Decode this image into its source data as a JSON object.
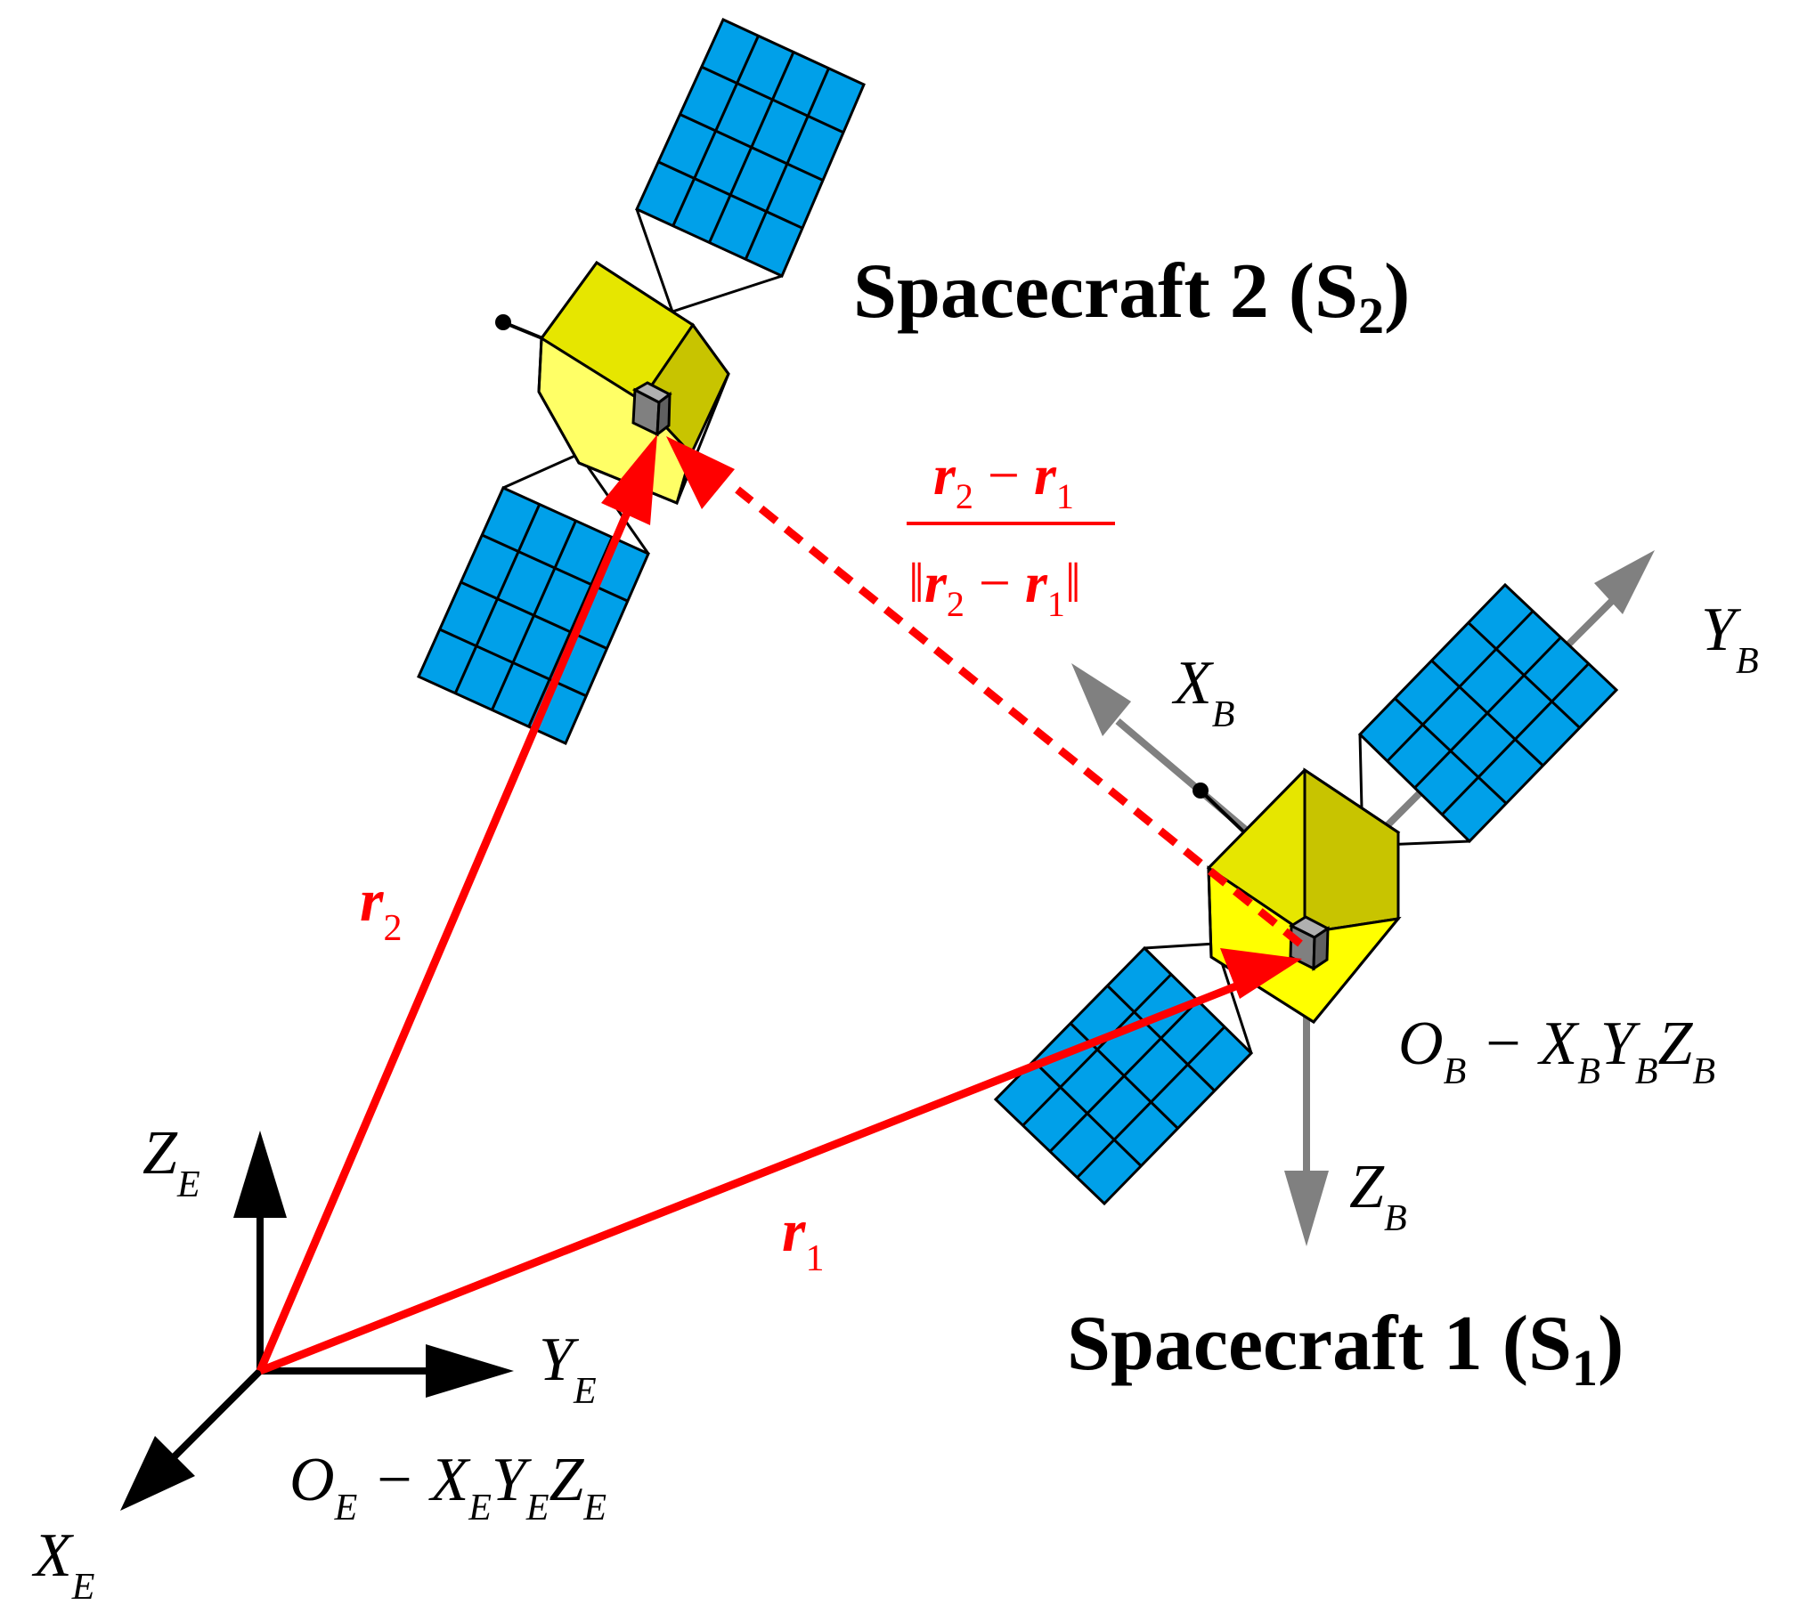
{
  "spacecraft2": {
    "title": "Spacecraft 2 (S",
    "subscript": "2",
    "closing": ")"
  },
  "spacecraft1": {
    "title": "Spacecraft 1 (S",
    "subscript": "1",
    "closing": ")"
  },
  "earth_frame": {
    "x_axis": {
      "letter": "X",
      "subscript": "E"
    },
    "y_axis": {
      "letter": "Y",
      "subscript": "E"
    },
    "z_axis": {
      "letter": "Z",
      "subscript": "E"
    },
    "frame_name": {
      "origin": "O",
      "origin_sub": "E",
      "dash": " − ",
      "x": "X",
      "x_sub": "E",
      "y": "Y",
      "y_sub": "E",
      "z": "Z",
      "z_sub": "E"
    }
  },
  "body_frame": {
    "x_axis": {
      "letter": "X",
      "subscript": "B"
    },
    "y_axis": {
      "letter": "Y",
      "subscript": "B"
    },
    "z_axis": {
      "letter": "Z",
      "subscript": "B"
    },
    "frame_name": {
      "origin": "O",
      "origin_sub": "B",
      "dash": " − ",
      "x": "X",
      "x_sub": "B",
      "y": "Y",
      "y_sub": "B",
      "z": "Z",
      "z_sub": "B"
    }
  },
  "vectors": {
    "r1": {
      "letter": "r",
      "subscript": "1"
    },
    "r2": {
      "letter": "r",
      "subscript": "2"
    }
  },
  "unit_vector": {
    "numerator": {
      "a": "r",
      "a_sub": "2",
      "minus": " − ",
      "b": "r",
      "b_sub": "1"
    },
    "denominator": {
      "bar_left": "‖",
      "a": "r",
      "a_sub": "2",
      "minus": " − ",
      "b": "r",
      "b_sub": "1",
      "bar_right": "‖"
    }
  },
  "colors": {
    "vector": "#ff0000",
    "axis_earth": "#000000",
    "axis_body": "#808080",
    "panel": "#00a0e9",
    "body_front": "#ffff00",
    "body_side": "#c8c400",
    "body_top": "#e6e600",
    "sensor": "#808080"
  }
}
